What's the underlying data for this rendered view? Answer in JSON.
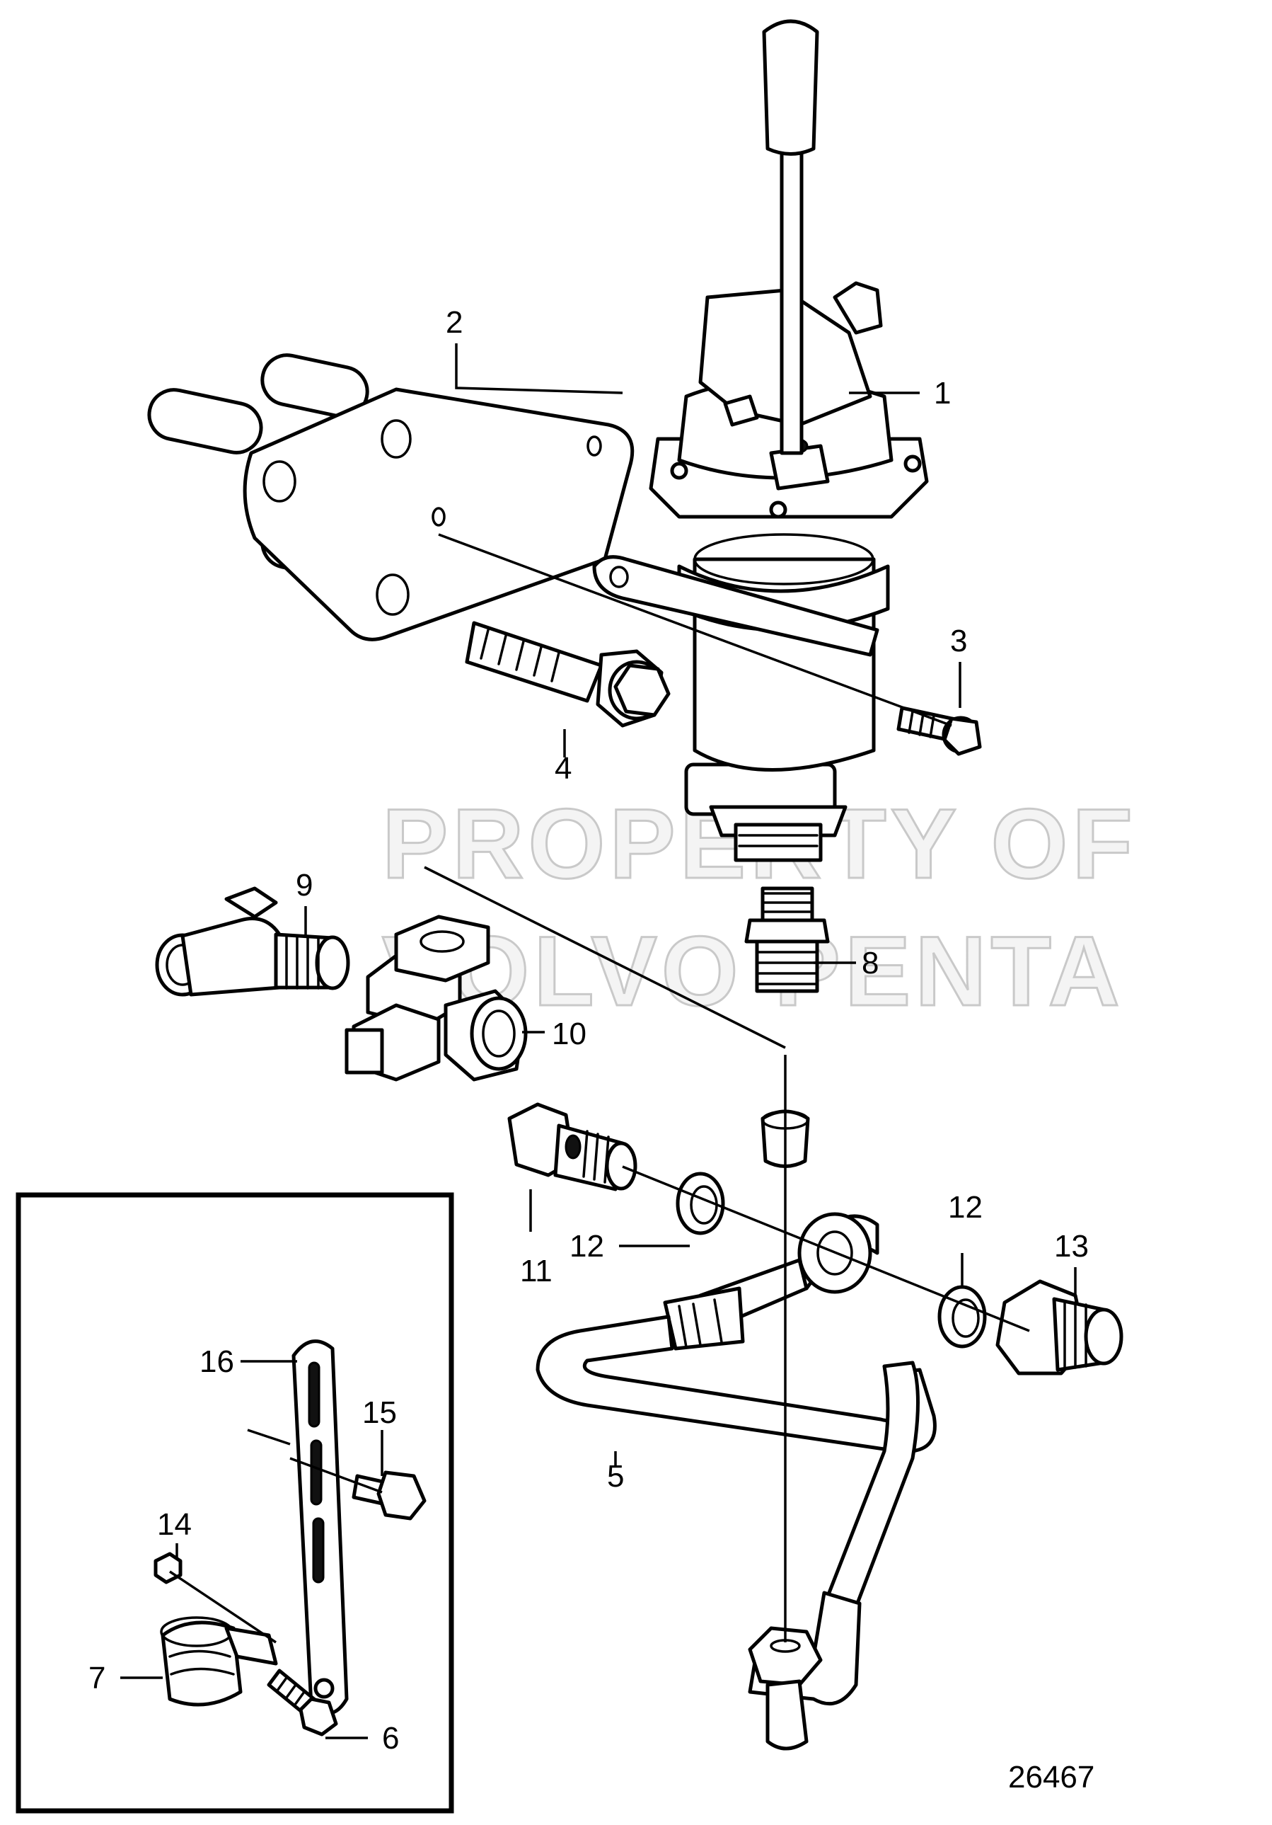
{
  "callouts": {
    "c1": "1",
    "c2": "2",
    "c3": "3",
    "c4": "4",
    "c5": "5",
    "c6": "6",
    "c7": "7",
    "c8": "8",
    "c9": "9",
    "c10": "10",
    "c11": "11",
    "c12a": "12",
    "c12b": "12",
    "c13": "13",
    "c14": "14",
    "c15": "15",
    "c16": "16"
  },
  "watermark": {
    "line1": "PROPERTY OF",
    "line2": "VOLVO PENTA"
  },
  "figure_number": "26467"
}
